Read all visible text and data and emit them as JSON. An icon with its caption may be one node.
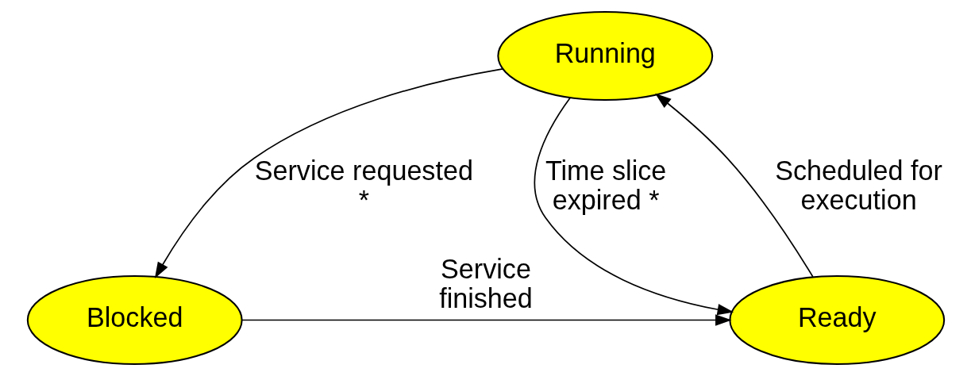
{
  "diagram": {
    "nodes": [
      {
        "text": [
          "Running"
        ]
      },
      {
        "text": [
          "Ready"
        ]
      },
      {
        "text": [
          "Blocked"
        ]
      }
    ],
    "edges": [
      {
        "from": 1,
        "to": 0,
        "arrow": "to",
        "label": "Scheduled for execution"
      },
      {
        "from": 0,
        "to": 1,
        "arrow": "to",
        "label": "Time slice expired *"
      },
      {
        "from": 0,
        "to": 2,
        "arrow": "to",
        "label": "Service requested *"
      },
      {
        "from": 2,
        "to": 1,
        "arrow": "to",
        "label": "Service finished"
      }
    ]
  }
}
